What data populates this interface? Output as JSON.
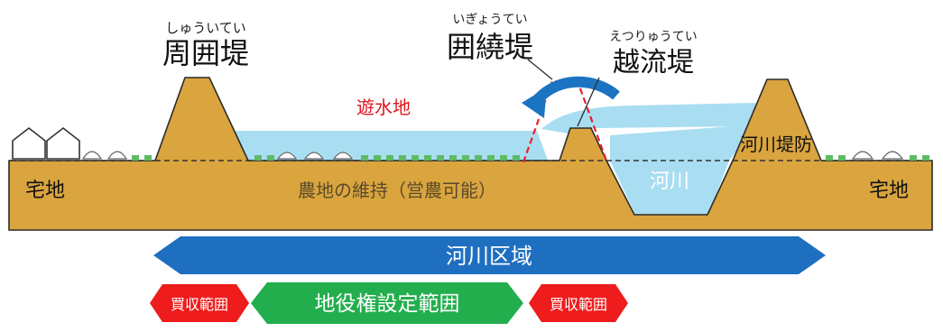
{
  "labels": {
    "shuitei_ruby": "しゅういてい",
    "shuitei": "周囲堤",
    "igyoutei_ruby": "いぎょうてい",
    "igyoutei": "囲繞堤",
    "etsuryuutei_ruby": "えつりゅうてい",
    "etsuryuutei": "越流堤",
    "yusuichi": "遊水地",
    "kasen_teibou": "河川堤防",
    "takuchi_left": "宅地",
    "takuchi_right": "宅地",
    "nouchi": "農地の維持（営農可能）",
    "kasen": "河川",
    "kasen_kuiki": "河川区域",
    "baishu_left": "買収範囲",
    "chieki": "地役権設定範囲",
    "baishu_right": "買収範囲"
  },
  "colors": {
    "ground": "#DAA53E",
    "ground_stroke": "#2B2B2B",
    "water": "#A9DDF2",
    "water_dark": "#7CC4EA",
    "arrow_blue": "#1A74C2",
    "band_blue": "#1F6FC0",
    "red": "#EE1C1C",
    "green": "#23AE4D",
    "crop_green": "#5DBB63",
    "red_text": "#E0141E",
    "dashed_red": "#E8202A"
  }
}
